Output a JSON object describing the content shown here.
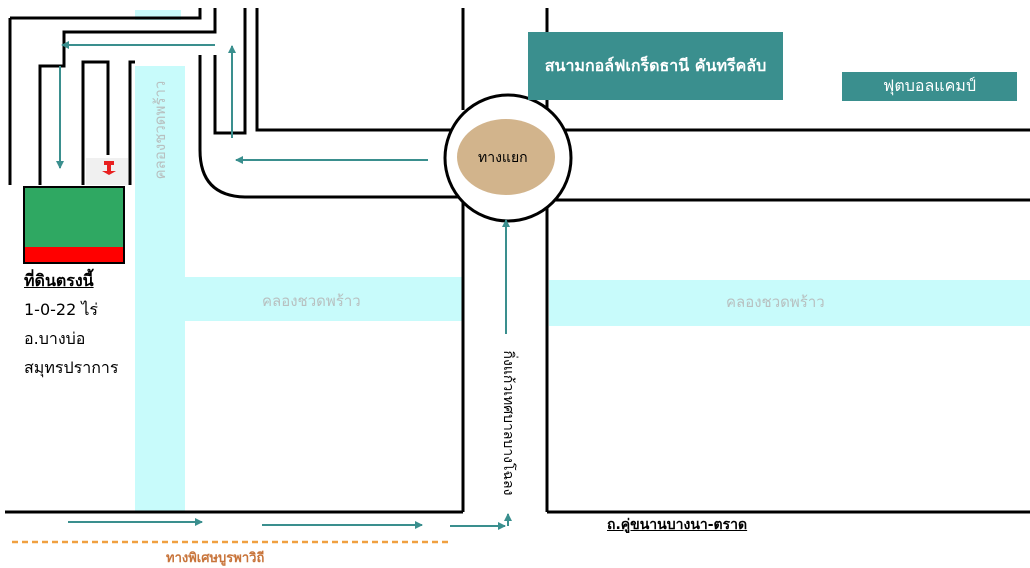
{
  "landmarks": {
    "golf_club": "สนามกอล์ฟเกร็ดธานี คันทรีคลับ",
    "football": "ฟุตบอลแคมป์",
    "junction": "ทางแยก"
  },
  "plot": {
    "title": "ที่ดินตรงนี้",
    "area": "1-0-22 ไร่",
    "district": "อ.บางบ่อ",
    "province": "สมุทรปราการ"
  },
  "canals": {
    "left_vertical": "คลองชวดพร้าว",
    "middle": "คลองชวดพร้าว",
    "right": "คลองชวดพร้าว"
  },
  "roads": {
    "vertical_road": "กิ่งแก้วเทศบาลบางโฉลง",
    "main_road": "ถ.คู่ขนานบางนา-ตราด",
    "expressway": "ทางพิเศษบูรพาวิถี"
  },
  "colors": {
    "canal": "#c8fbfb",
    "teal": "#3a8f8e",
    "plot_green": "#2fa862",
    "plot_red": "#ff0000",
    "junction": "#d2b48c",
    "arrow": "#3a8f8e",
    "expressway": "#f0a040",
    "pin": "#e82020"
  },
  "icons": [
    "pin-icon",
    "arrow-icon"
  ]
}
